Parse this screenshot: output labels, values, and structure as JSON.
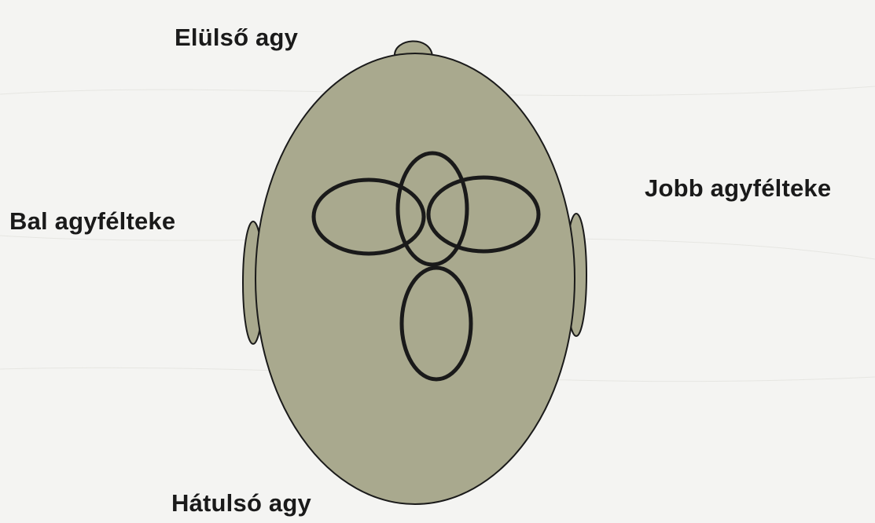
{
  "diagram": {
    "labels": {
      "front": "Elülső agy",
      "left": "Bal agyfélteke",
      "right": "Jobb agyfélteke",
      "back": "Hátulsó agy"
    },
    "colors": {
      "background": "#f4f4f2",
      "head_fill": "#a9a98e",
      "outline": "#1a1a1a",
      "label_text": "#1a1a1a"
    },
    "shapes": {
      "head": "oval-head-top-view",
      "nose": "nose-bump",
      "ears": [
        "left-ear",
        "right-ear"
      ],
      "regions": [
        "left-loop",
        "right-loop",
        "top-loop",
        "bottom-loop"
      ]
    }
  }
}
